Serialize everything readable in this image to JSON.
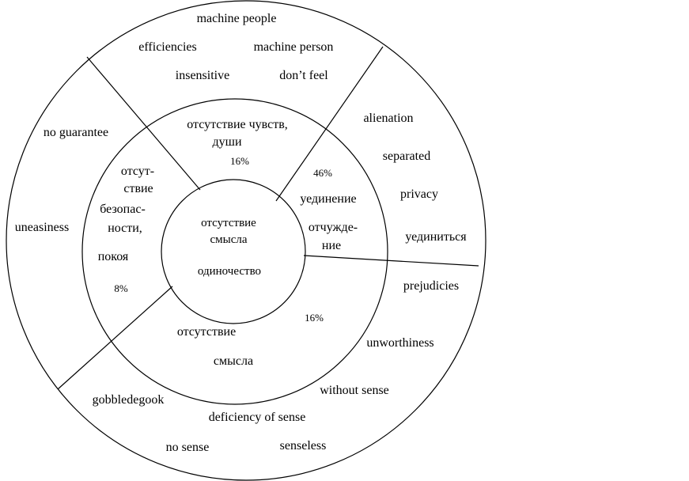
{
  "diagram": {
    "center": {
      "line1": "отсутствие",
      "line2": "смысла",
      "line3": "одиночество"
    },
    "middle": {
      "top": {
        "line1": "отсутствие чувств,",
        "line2": "души",
        "percent": "16%"
      },
      "left": {
        "line1": "отсут-",
        "line2": "ствие",
        "line3": "безопас-",
        "line4": "ности,",
        "line5": "покоя",
        "percent": "8%"
      },
      "right": {
        "percent": "46%",
        "line1": "уединение",
        "line2": "отчужде-",
        "line3": "ние"
      },
      "bottom": {
        "line1": "отсутствие",
        "line2": "смысла",
        "percent": "16%"
      }
    },
    "outer": {
      "top": [
        "machine people",
        "efficiencies",
        "machine person",
        "insensitive",
        "don’t feel"
      ],
      "left": [
        "no guarantee",
        "uneasiness"
      ],
      "right": [
        "alienation",
        "separated",
        "privacy",
        "уединиться"
      ],
      "bottom_right": [
        "prejudicies",
        "unworthiness",
        "without sense"
      ],
      "bottom": [
        "gobbledegook",
        "deficiency of sense",
        "no sense",
        "senseless"
      ]
    }
  }
}
